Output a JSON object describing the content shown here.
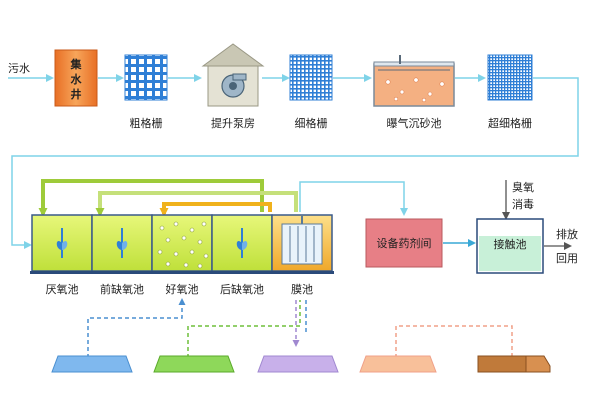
{
  "colors": {
    "flow_line": "#7fd3e8",
    "mesh": "#2f7fd6",
    "collect_well": "#f08a3a",
    "pump_house": "#d8d6c8",
    "grit_tank": "#f4b082",
    "tank_green": "#d6ee5a",
    "tank_yellow": "#f6c54a",
    "dosing_room": "#e77f86",
    "contact_tank": "#c8f0d8",
    "return_green": "#9ecb3a",
    "return_yellow": "#f0b21c",
    "return_blue": "#39a8d6",
    "dashed_blue": "#4a8fd0",
    "dashed_green": "#6fbf3a",
    "dashed_purple": "#a088d0",
    "dashed_pink": "#f0a088"
  },
  "pretreatment": {
    "inlet_label": "污水",
    "collect_well_label": "集水井",
    "coarse_screen_label": "粗格栅",
    "pump_house_label": "提升泵房",
    "fine_screen_label": "细格栅",
    "grit_chamber_label": "曝气沉砂池",
    "ultrafine_screen_label": "超细格栅"
  },
  "biological": {
    "tanks": [
      {
        "label": "厌氧池",
        "icon": "mixer-icon"
      },
      {
        "label": "前缺氧池",
        "icon": "mixer-icon"
      },
      {
        "label": "好氧池",
        "icon": "bubbles-icon"
      },
      {
        "label": "后缺氧池",
        "icon": "mixer-icon"
      },
      {
        "label": "膜池",
        "icon": "membrane-icon"
      }
    ]
  },
  "disinfection": {
    "dosing_room_label": "设备药剂间",
    "ozone_label": "臭氧消毒",
    "contact_tank_label": "接触池",
    "outlet_discharge_label": "排放",
    "outlet_reuse_label": "回用"
  }
}
